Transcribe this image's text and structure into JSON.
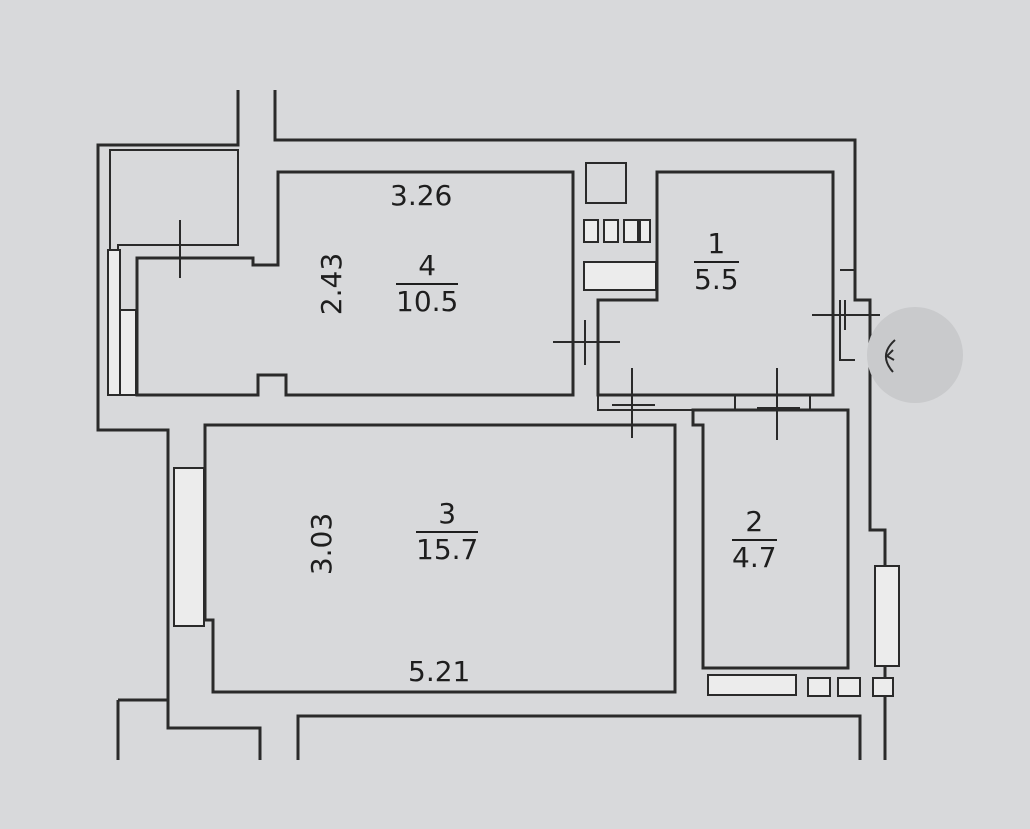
{
  "rooms": [
    {
      "id": "1",
      "number": "1",
      "area": "5.5"
    },
    {
      "id": "2",
      "number": "2",
      "area": "4.7"
    },
    {
      "id": "3",
      "number": "3",
      "area": "15.7"
    },
    {
      "id": "4",
      "number": "4",
      "area": "10.5"
    }
  ],
  "dimensions": {
    "room4_width": "3.26",
    "room4_depth": "2.43",
    "room3_depth": "3.03",
    "room3_width": "5.21"
  }
}
